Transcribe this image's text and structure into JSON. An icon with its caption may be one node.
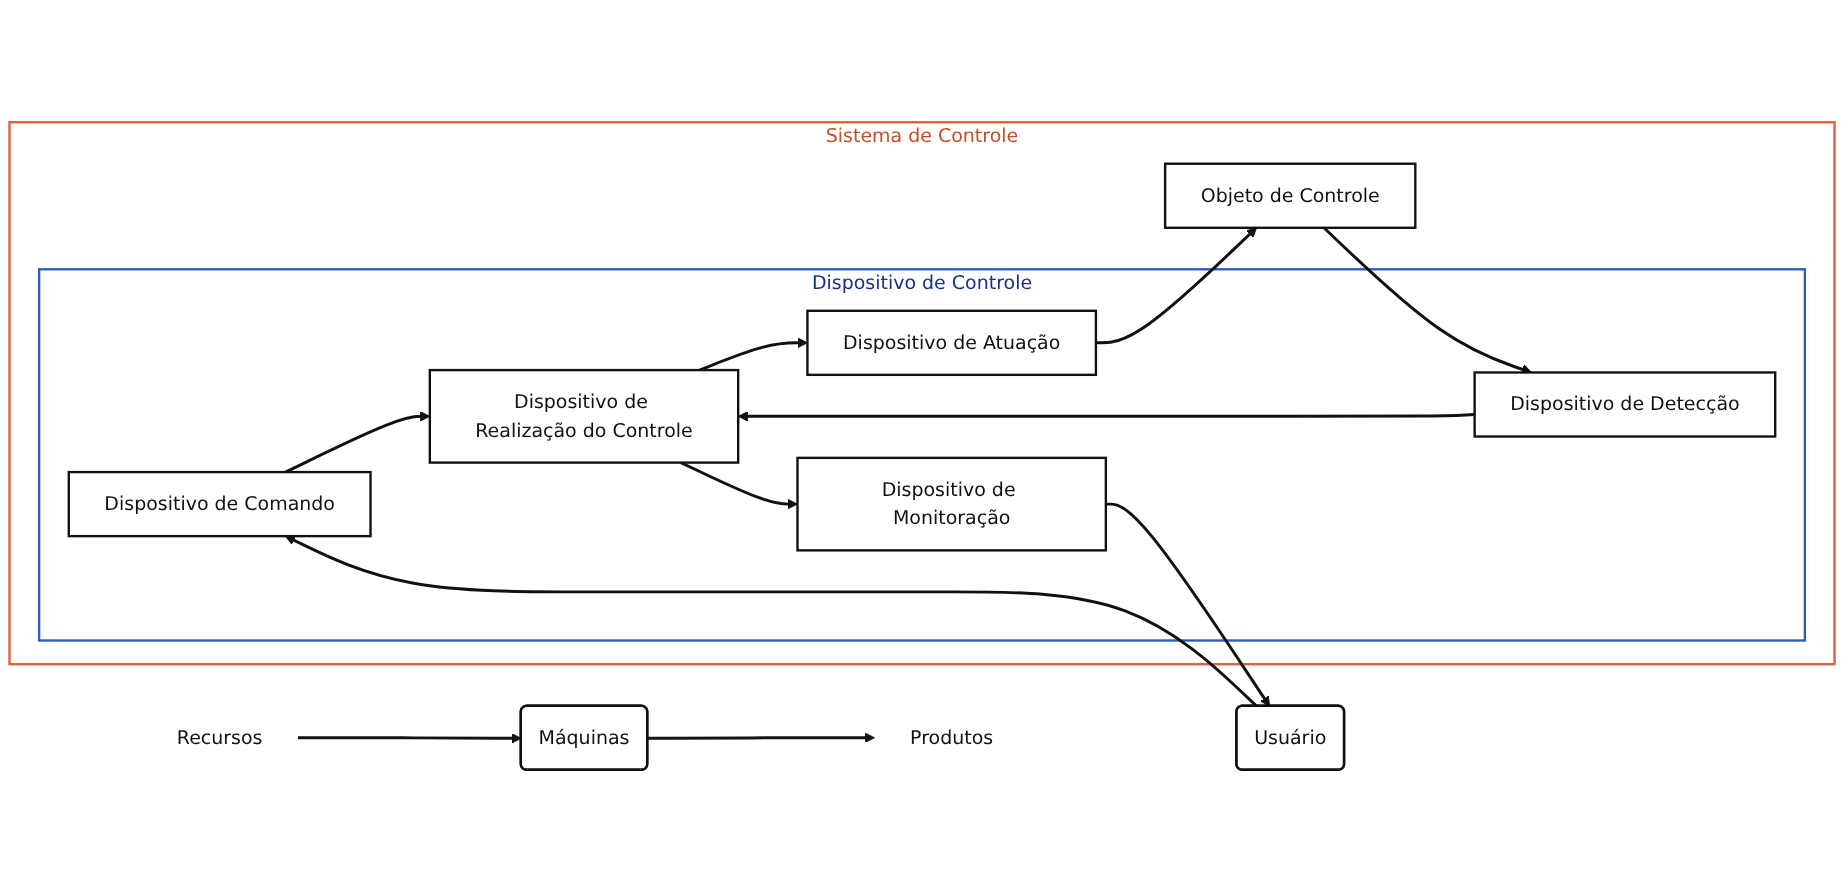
{
  "diagram": {
    "nodes": [
      {
        "text": [
          "Sistema de Controle"
        ]
      },
      {
        "text": [
          "Dispositivo de Controle"
        ],
        "in": 0
      },
      {
        "text": [
          "Usuário"
        ]
      },
      {
        "text": [
          "Dispositivo de Comando"
        ],
        "in": 1
      },
      {
        "text": [
          "Dispositivo de Realização do Controle"
        ],
        "in": 1
      },
      {
        "text": [
          "Dispositivo de Atuação"
        ],
        "in": 1
      },
      {
        "text": [
          "Dispositivo de Monitoração"
        ],
        "in": 1
      },
      {
        "text": [
          "Dispositivo de Detecção"
        ],
        "in": 1
      },
      {
        "text": [
          "Objeto de Controle"
        ],
        "in": 0
      },
      {
        "text": [
          "Máquinas"
        ]
      },
      {
        "text": [
          "Recursos"
        ]
      },
      {
        "text": [
          "Produtos"
        ]
      }
    ],
    "edges": [
      {
        "from": 2,
        "to": 3,
        "arrow": "to"
      },
      {
        "from": 3,
        "to": 4,
        "arrow": "to"
      },
      {
        "from": 4,
        "to": 5,
        "arrow": "to"
      },
      {
        "from": 5,
        "to": 8,
        "arrow": "to"
      },
      {
        "from": 8,
        "to": 7,
        "arrow": "to"
      },
      {
        "from": 7,
        "to": 4,
        "arrow": "to"
      },
      {
        "from": 4,
        "to": 6,
        "arrow": "to"
      },
      {
        "from": 6,
        "to": 2,
        "arrow": "to"
      },
      {
        "from": 10,
        "to": 9,
        "arrow": "to"
      },
      {
        "from": 9,
        "to": 11,
        "arrow": "to"
      }
    ]
  }
}
